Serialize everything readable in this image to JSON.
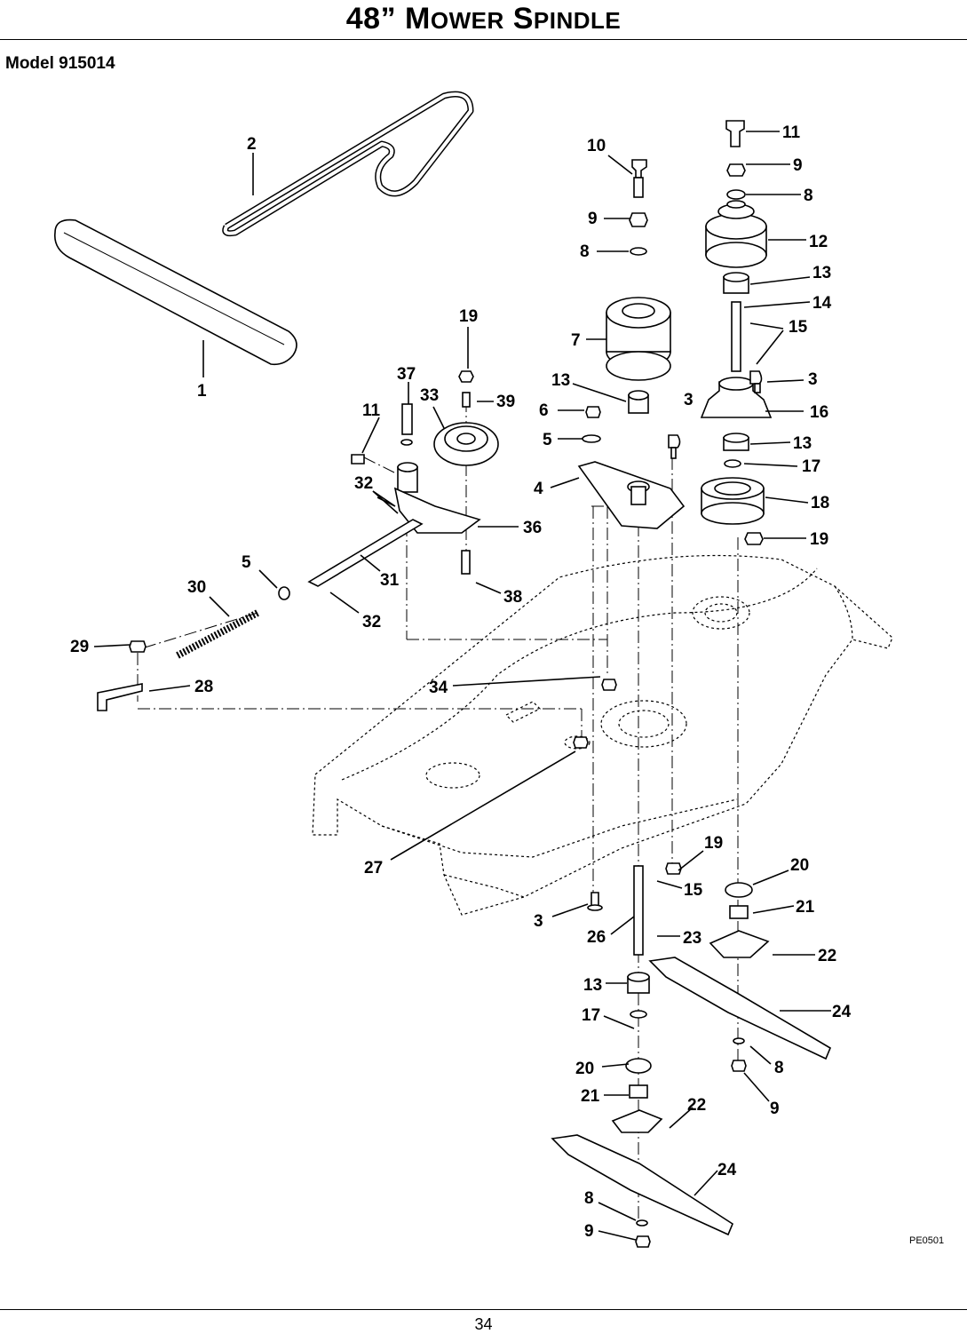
{
  "title_main": "48”",
  "title_word1_initial": "M",
  "title_word1_rest": "OWER",
  "title_word2_initial": "S",
  "title_word2_rest": "PINDLE",
  "model": "Model 915014",
  "figure_code": "PE0501",
  "page_number": "34",
  "callouts": [
    {
      "id": "c1",
      "text": "1"
    },
    {
      "id": "c2",
      "text": "2"
    },
    {
      "id": "c3",
      "text": "10"
    },
    {
      "id": "c4",
      "text": "11"
    },
    {
      "id": "c5",
      "text": "9"
    },
    {
      "id": "c6",
      "text": "9"
    },
    {
      "id": "c7",
      "text": "8"
    },
    {
      "id": "c8",
      "text": "8"
    },
    {
      "id": "c9",
      "text": "12"
    },
    {
      "id": "c10",
      "text": "13"
    },
    {
      "id": "c11",
      "text": "14"
    },
    {
      "id": "c12",
      "text": "15"
    },
    {
      "id": "c13",
      "text": "19"
    },
    {
      "id": "c14",
      "text": "7"
    },
    {
      "id": "c15",
      "text": "3"
    },
    {
      "id": "c16",
      "text": "37"
    },
    {
      "id": "c17",
      "text": "13"
    },
    {
      "id": "c18",
      "text": "3"
    },
    {
      "id": "c19",
      "text": "16"
    },
    {
      "id": "c20",
      "text": "11"
    },
    {
      "id": "c21",
      "text": "33"
    },
    {
      "id": "c22",
      "text": "39"
    },
    {
      "id": "c23",
      "text": "6"
    },
    {
      "id": "c24",
      "text": "5"
    },
    {
      "id": "c25",
      "text": "13"
    },
    {
      "id": "c26",
      "text": "17"
    },
    {
      "id": "c27",
      "text": "32"
    },
    {
      "id": "c28",
      "text": "4"
    },
    {
      "id": "c29",
      "text": "18"
    },
    {
      "id": "c30",
      "text": "36"
    },
    {
      "id": "c31",
      "text": "19"
    },
    {
      "id": "c32",
      "text": "5"
    },
    {
      "id": "c33",
      "text": "30"
    },
    {
      "id": "c34",
      "text": "31"
    },
    {
      "id": "c35",
      "text": "38"
    },
    {
      "id": "c36",
      "text": "32"
    },
    {
      "id": "c37",
      "text": "29"
    },
    {
      "id": "c38",
      "text": "28"
    },
    {
      "id": "c39",
      "text": "34"
    },
    {
      "id": "c40",
      "text": "27"
    },
    {
      "id": "c41",
      "text": "19"
    },
    {
      "id": "c42",
      "text": "20"
    },
    {
      "id": "c43",
      "text": "15"
    },
    {
      "id": "c44",
      "text": "21"
    },
    {
      "id": "c45",
      "text": "3"
    },
    {
      "id": "c46",
      "text": "26"
    },
    {
      "id": "c47",
      "text": "23"
    },
    {
      "id": "c48",
      "text": "22"
    },
    {
      "id": "c49",
      "text": "13"
    },
    {
      "id": "c50",
      "text": "24"
    },
    {
      "id": "c51",
      "text": "17"
    },
    {
      "id": "c52",
      "text": "8"
    },
    {
      "id": "c53",
      "text": "20"
    },
    {
      "id": "c54",
      "text": "9"
    },
    {
      "id": "c55",
      "text": "21"
    },
    {
      "id": "c56",
      "text": "22"
    },
    {
      "id": "c57",
      "text": "24"
    },
    {
      "id": "c58",
      "text": "8"
    },
    {
      "id": "c59",
      "text": "9"
    }
  ]
}
